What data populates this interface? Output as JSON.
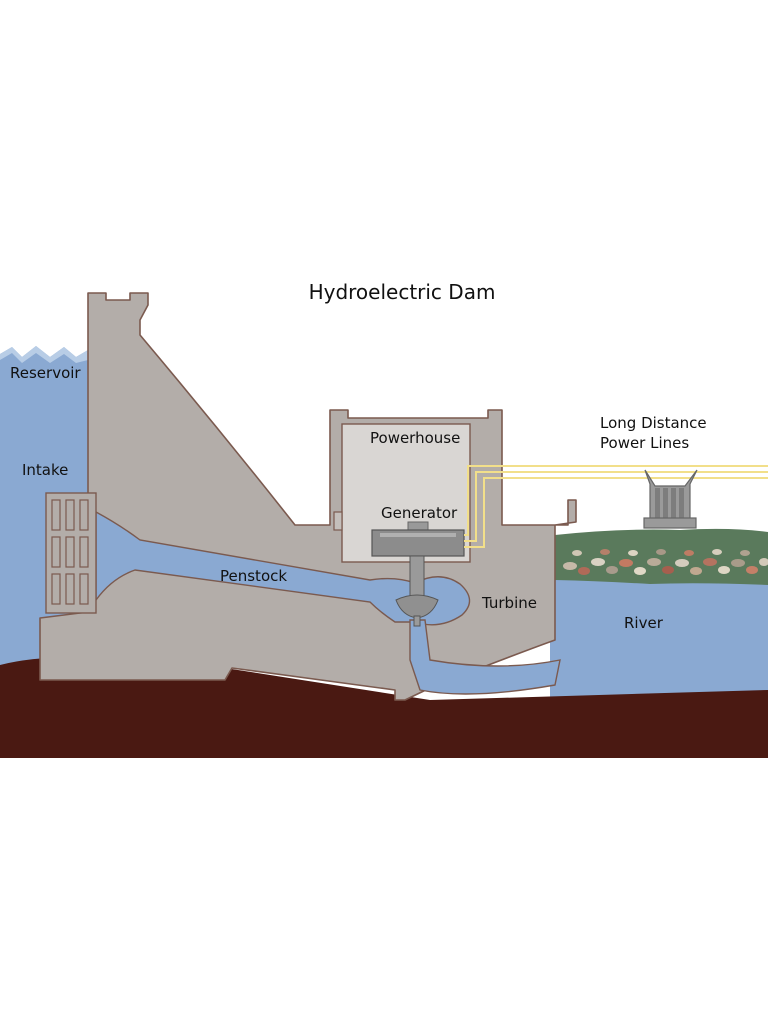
{
  "title": "Hydroelectric Dam",
  "labels": {
    "reservoir": "Reservoir",
    "intake": "Intake",
    "powerhouse": "Powerhouse",
    "generator": "Generator",
    "penstock": "Penstock",
    "turbine": "Turbine",
    "river": "River",
    "power_lines_line1": "Long Distance",
    "power_lines_line2": "Power Lines"
  },
  "colors": {
    "water": "#8aa9d2",
    "water_surface": "#b8cde6",
    "concrete": "#b3ada9",
    "concrete_outline": "#7b5a4f",
    "powerhouse_interior": "#d9d6d3",
    "ground": "#4a1912",
    "grass": "#5a7a5c",
    "power_line": "#f2df8a",
    "machinery": "#8c8c8c"
  }
}
